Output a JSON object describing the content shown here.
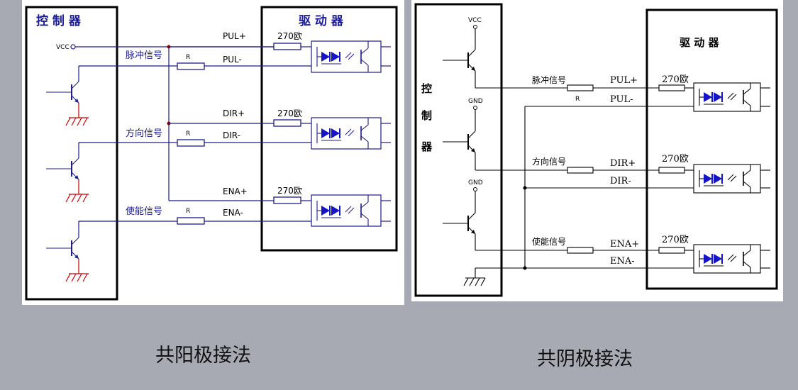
{
  "diagrams": [
    {
      "id": "common-anode",
      "controller_title": "控 制 器",
      "driver_title": "驱 动 器",
      "vcc_label": "VCC",
      "channels": [
        {
          "signal": "脉冲信号",
          "pos": "PUL+",
          "neg": "PUL-",
          "resistor": "R",
          "opto_resistor": "270欧"
        },
        {
          "signal": "方向信号",
          "pos": "DIR+",
          "neg": "DIR-",
          "resistor": "R",
          "opto_resistor": "270欧"
        },
        {
          "signal": "使能信号",
          "pos": "ENA+",
          "neg": "ENA-",
          "resistor": "R",
          "opto_resistor": "270欧"
        }
      ],
      "caption": "共阳极接法"
    },
    {
      "id": "common-cathode",
      "controller_title_chars": [
        "控",
        "制",
        "器"
      ],
      "driver_title": "驱 动 器",
      "vcc_label": "VCC",
      "gnd_label": "GND",
      "channels": [
        {
          "signal": "脉冲信号",
          "pos": "PUL+",
          "neg": "PUL-",
          "resistor": "R",
          "opto_resistor": "270欧"
        },
        {
          "signal": "方向信号",
          "pos": "DIR+",
          "neg": "DIR-",
          "resistor": "R",
          "opto_resistor": "270欧"
        },
        {
          "signal": "使能信号",
          "pos": "ENA+",
          "neg": "ENA-",
          "resistor": "R",
          "opto_resistor": "270欧"
        }
      ],
      "caption": "共阴极接法"
    }
  ],
  "colors": {
    "background": "#a7aab3",
    "wire_blue": "#1c1c8a",
    "led_blue": "#1515c8",
    "ground_red": "#cc0000"
  }
}
